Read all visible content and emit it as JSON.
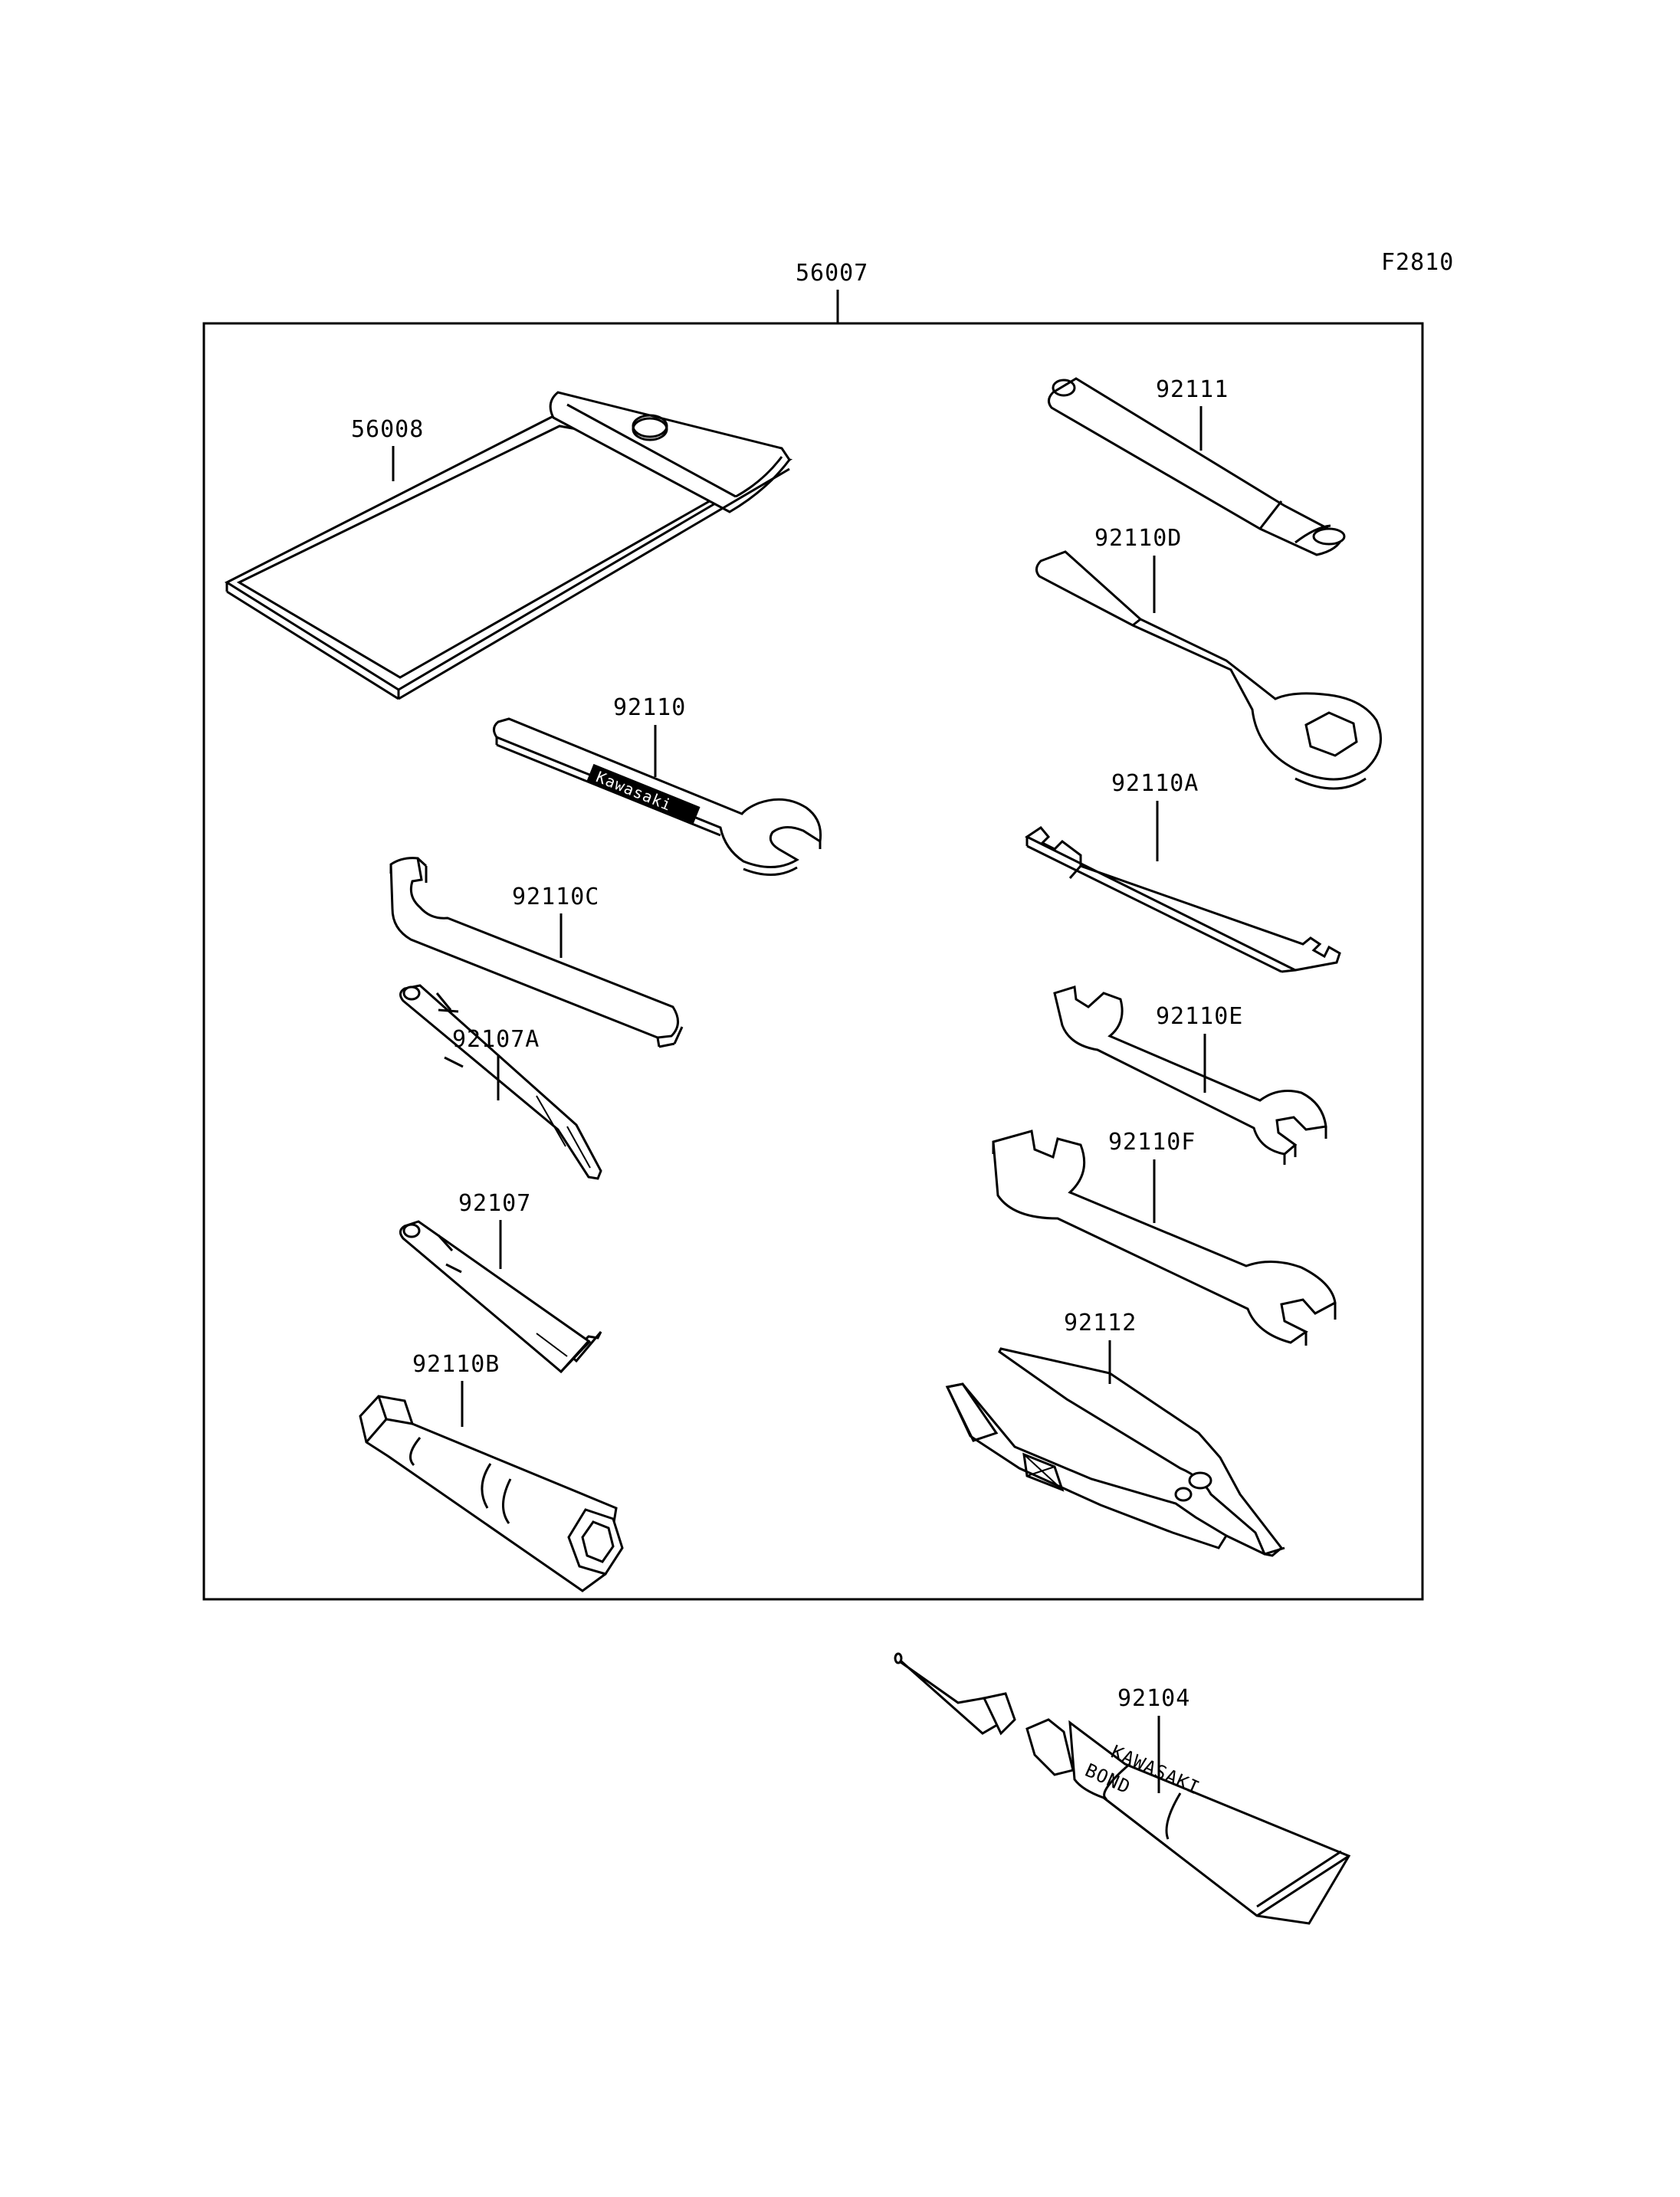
{
  "figure_code": "F2810",
  "assembly": {
    "part_number": "56007"
  },
  "parts": [
    {
      "id": "pouch",
      "part_number": "56008",
      "icon": "tool-pouch"
    },
    {
      "id": "spanner-small",
      "part_number": "92110",
      "icon": "open-end-wrench",
      "stamp": "Kawasaki"
    },
    {
      "id": "hook-wrench",
      "part_number": "92110C",
      "icon": "hook-spanner"
    },
    {
      "id": "screwdriver-a",
      "part_number": "92107A",
      "icon": "screwdriver-bit"
    },
    {
      "id": "screwdriver",
      "part_number": "92107",
      "icon": "screwdriver-bit"
    },
    {
      "id": "plug-wrench",
      "part_number": "92110B",
      "icon": "spark-plug-socket"
    },
    {
      "id": "handle",
      "part_number": "92111",
      "icon": "tool-handle"
    },
    {
      "id": "box-wrench",
      "part_number": "92110D",
      "icon": "box-end-wrench"
    },
    {
      "id": "spoke-wrench",
      "part_number": "92110A",
      "icon": "double-slot-wrench"
    },
    {
      "id": "wrench-e",
      "part_number": "92110E",
      "icon": "double-open-wrench"
    },
    {
      "id": "wrench-f",
      "part_number": "92110F",
      "icon": "double-open-wrench"
    },
    {
      "id": "pliers",
      "part_number": "92112",
      "icon": "pliers"
    },
    {
      "id": "bond",
      "part_number": "92104",
      "icon": "bond-tube",
      "tube_text": [
        "KAWASAKI",
        "BOND"
      ]
    }
  ]
}
